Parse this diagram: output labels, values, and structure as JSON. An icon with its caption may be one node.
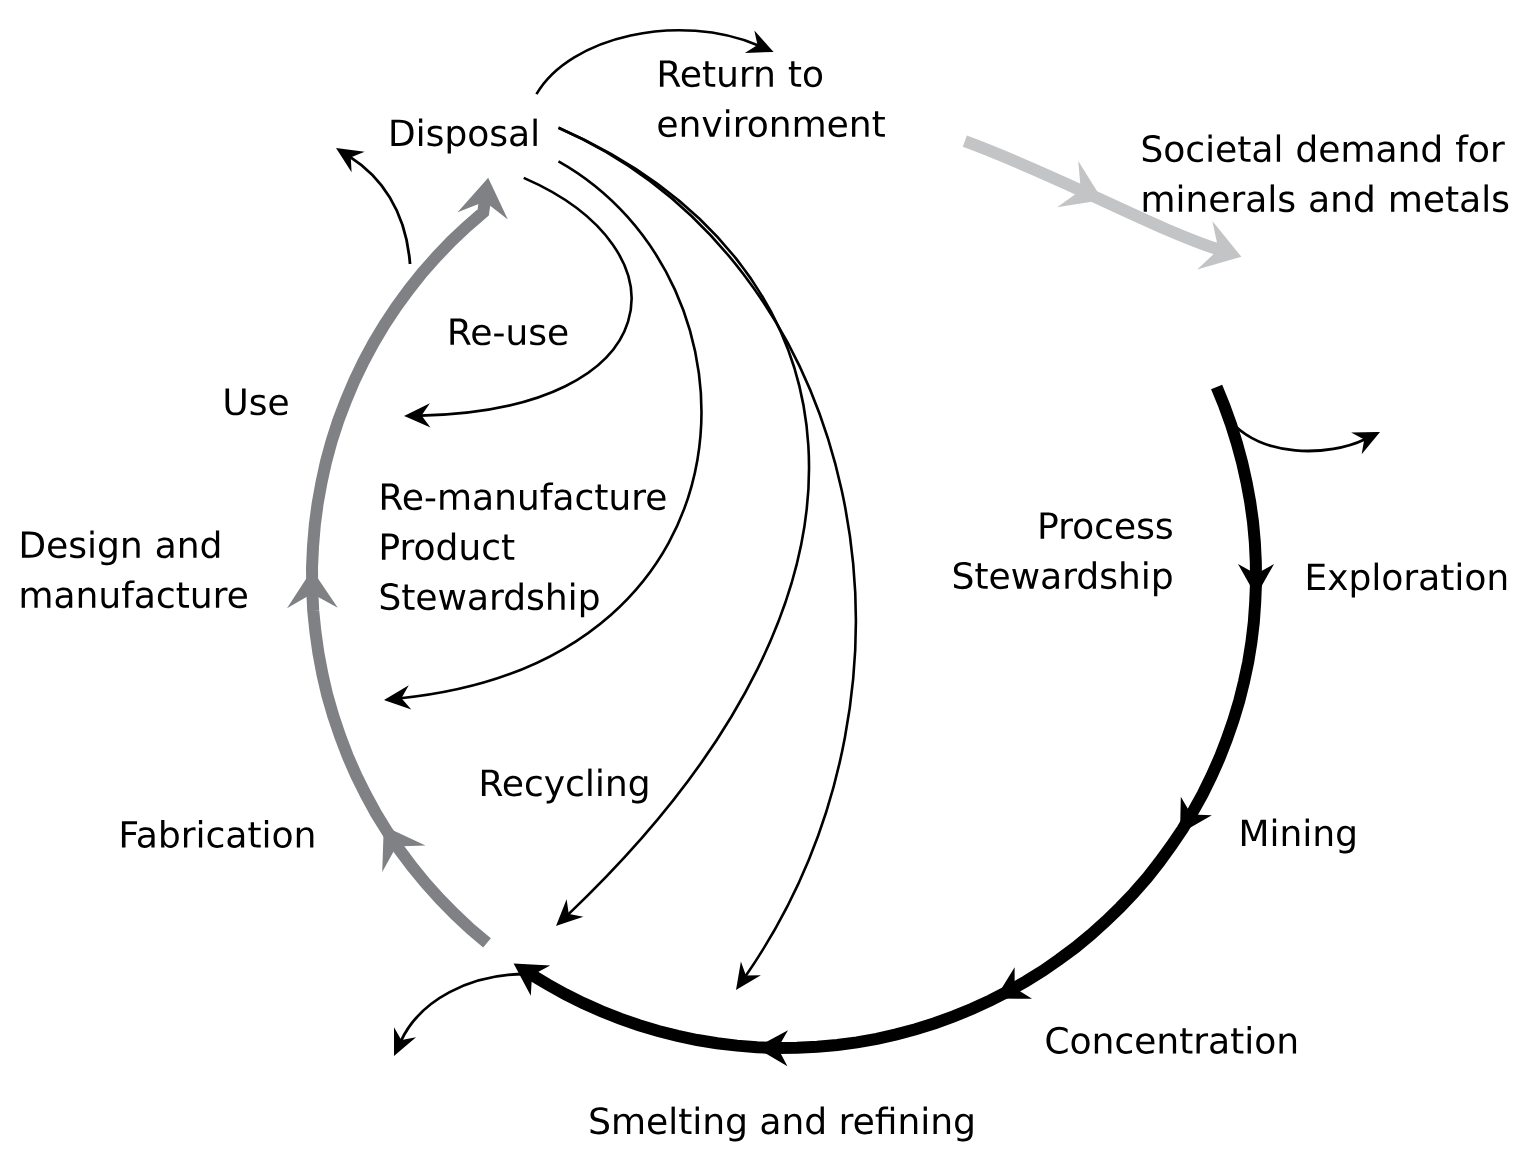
{
  "diagram": {
    "nodes": [
      {
        "text": [
          "Disposal"
        ]
      },
      {
        "text": [
          "Return to environment"
        ]
      },
      {
        "text": [
          "Societal demand for minerals and metals"
        ]
      }
    ],
    "edges": [
      {
        "from": 0,
        "to": null,
        "arrow": "to"
      },
      {
        "from": 0,
        "to": null,
        "arrow": "to"
      },
      {
        "from": 0,
        "to": null,
        "arrow": "to"
      },
      {
        "from": 0,
        "to": null,
        "arrow": "to"
      },
      {
        "from": null,
        "to": 0,
        "arrow": "to",
        "style": "thick",
        "color": "#808185"
      },
      {
        "from": 0,
        "to": 1,
        "arrow": "to"
      },
      {
        "from": 1,
        "to": 2,
        "arrow": "to",
        "style": "thick",
        "color": "#c3c4c6"
      }
    ],
    "labels": [
      "Use",
      "Re-use",
      "Design and manufacture",
      "Re-manufacture Product Stewardship",
      "Process Stewardship",
      "Exploration",
      "Recycling",
      "Fabrication",
      "Mining",
      "Concentration",
      "Smelting and refining"
    ]
  }
}
